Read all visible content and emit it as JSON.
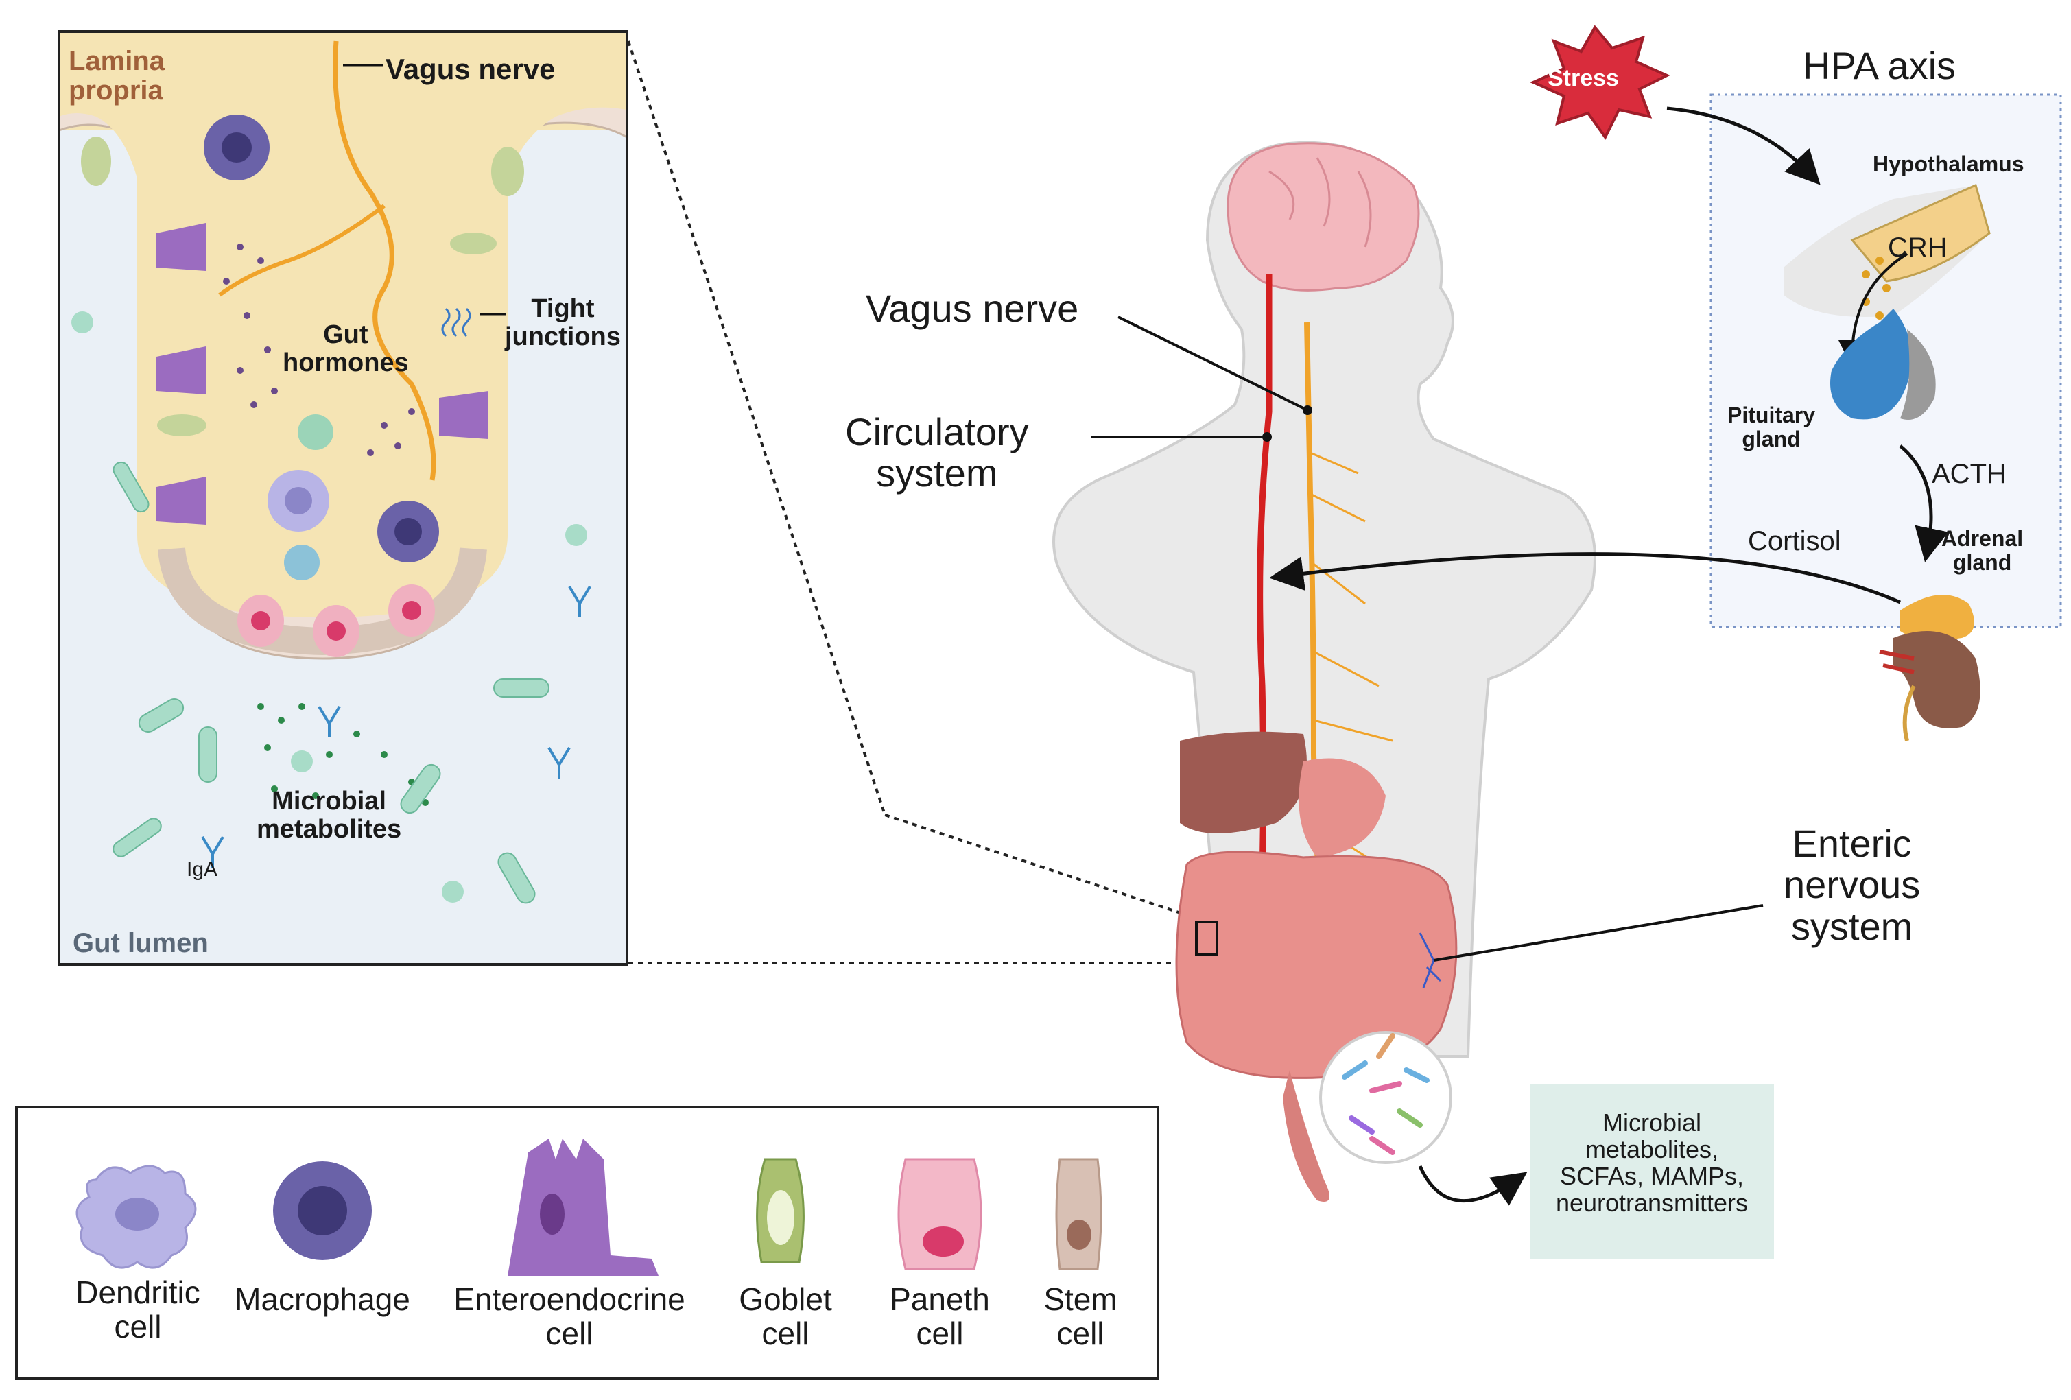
{
  "inset": {
    "lamina_propria": "Lamina\npropria",
    "vagus_nerve": "Vagus nerve",
    "tight_junctions": "Tight\njunctions",
    "gut_hormones": "Gut\nhormones",
    "microbial_metabolites": "Microbial\nmetabolites",
    "iga": "IgA",
    "gut_lumen": "Gut lumen"
  },
  "body": {
    "vagus_nerve": "Vagus nerve",
    "circulatory_system": "Circulatory\nsystem",
    "enteric_nervous_system": "Enteric\nnervous\nsystem",
    "microbial_box": "Microbial\nmetabolites,\nSCFAs, MAMPs,\nneurotransmitters"
  },
  "hpa": {
    "title": "HPA axis",
    "stress": "Stress",
    "hypothalamus": "Hypothalamus",
    "crh": "CRH",
    "pituitary_gland": "Pituitary\ngland",
    "acth": "ACTH",
    "adrenal_gland": "Adrenal\ngland",
    "cortisol": "Cortisol"
  },
  "legend": {
    "items": [
      {
        "label": "Dendritic\ncell",
        "icon": "dendritic-cell-icon"
      },
      {
        "label": "Macrophage",
        "icon": "macrophage-icon"
      },
      {
        "label": "Enteroendocrine\ncell",
        "icon": "enteroendocrine-cell-icon"
      },
      {
        "label": "Goblet\ncell",
        "icon": "goblet-cell-icon"
      },
      {
        "label": "Paneth\ncell",
        "icon": "paneth-cell-icon"
      },
      {
        "label": "Stem\ncell",
        "icon": "stem-cell-icon"
      }
    ]
  },
  "colors": {
    "lamina": "#f5e4b4",
    "lumen": "#e8eff6",
    "nerve": "#f0a32a",
    "blood": "#d42020",
    "stress": "#d92c3c",
    "lamina_text": "#a0603a",
    "lumen_text": "#5a6878"
  }
}
